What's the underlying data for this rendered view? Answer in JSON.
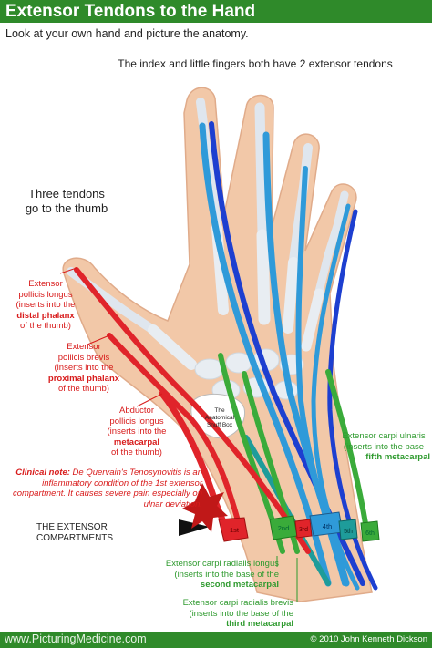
{
  "title": "Extensor Tendons to the Hand",
  "subtitle": "Look at your own hand and picture the anatomy.",
  "note_index_little": "The index and little fingers both have 2 extensor tendons",
  "note_thumb": [
    "Three tendons",
    "go to the thumb"
  ],
  "labels": {
    "epl": {
      "lines": [
        "Extensor",
        "pollicis longus",
        "(inserts into the",
        "distal phalanx",
        "of the thumb)"
      ],
      "bold_line": 3,
      "bold_word": "distal"
    },
    "epb": {
      "lines": [
        "Extensor",
        "pollicis brevis",
        "(inserts into the",
        "proximal phalanx",
        "of the thumb)"
      ],
      "bold_word": "proximal"
    },
    "apl": {
      "lines": [
        "Abductor",
        "pollicis longus",
        "(inserts into the",
        "metacarpal",
        "of the thumb)"
      ],
      "bold_word": "metacarpal"
    },
    "ecu": {
      "lines": [
        "Extensor carpi ulnaris",
        "(inserts into the base",
        "fifth metacarpal"
      ],
      "bold_word": "fifth metacarpal"
    },
    "ecrl": {
      "lines": [
        "Extensor carpi radialis longus",
        "(inserts into the base of the",
        "second metacarpal"
      ],
      "bold_word": "second metacarpal"
    },
    "ecrb": {
      "lines": [
        "Extensor carpi radialis brevis",
        "(inserts into the base of the",
        "third metacarpal"
      ],
      "bold_word": "third metacarpal"
    }
  },
  "clinical_note": {
    "heading": "Clinical note:",
    "text": "De Quervain's Tenosynovitis is an inflammatory condition of the 1st extensor compartment. It causes severe pain especially on ulnar deviation."
  },
  "snuff_box": [
    "The",
    "Anatomical",
    "Snuff Box"
  ],
  "compartments_label": "THE EXTENSOR COMPARTMENTS",
  "compartments": [
    "1st",
    "2nd",
    "3rd",
    "4th",
    "5th",
    "6th"
  ],
  "footer": {
    "left": "www.PicturingMedicine.com",
    "right": "© 2010 John Kenneth Dickson"
  },
  "colors": {
    "header": "#2f8a2a",
    "skin": "#f2c8a8",
    "bone": "#dfe6ee",
    "red": "#e0242a",
    "green": "#3aab3a",
    "blue_dark": "#1d3fd0",
    "blue_light": "#2f9ad9",
    "teal": "#1e9c9a"
  }
}
